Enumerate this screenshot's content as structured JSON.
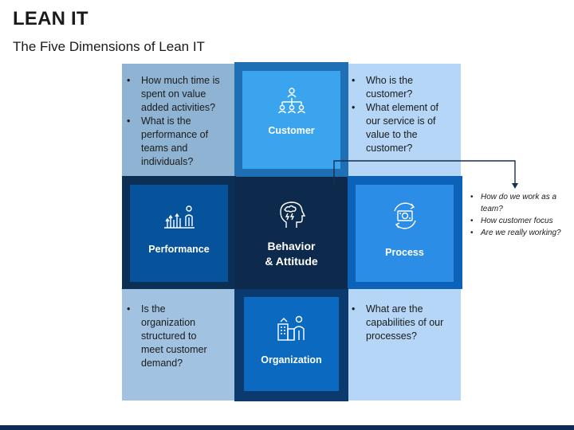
{
  "header": {
    "title": "LEAN IT",
    "subtitle": "The Five Dimensions of Lean IT"
  },
  "colors": {
    "panel_top_left": "#8fb4d3",
    "panel_light": "#b5d6f6",
    "panel_bottom_left": "#a1c3e1",
    "customer_outer": "#1f6fb5",
    "customer_tile": "#3aa4ee",
    "performance_outer": "#0c2f55",
    "performance_tile": "#06539b",
    "center_tile": "#0d2a4c",
    "process_outer": "#0c62b8",
    "process_tile": "#2b8de6",
    "organization_outer": "#0a3a6e",
    "organization_tile": "#0b69bf",
    "bottom_bar": "#0d2a55"
  },
  "quadrants": {
    "top_left": {
      "bullets": [
        "How much time is spent on value added activities?",
        "What is the performance of teams and individuals?"
      ]
    },
    "top_right": {
      "bullets": [
        "Who is the customer?",
        "What element of our service is of value to the customer?"
      ]
    },
    "bottom_left": {
      "bullets": [
        "Is the organization structured to meet customer demand?"
      ]
    },
    "bottom_right": {
      "bullets": [
        "What are the capabilities of our processes?"
      ]
    }
  },
  "dimensions": {
    "customer": {
      "label": "Customer",
      "icon": "org-chart-icon"
    },
    "performance": {
      "label": "Performance",
      "icon": "growth-chart-icon"
    },
    "center": {
      "label_line1": "Behavior",
      "label_line2": "& Attitude",
      "icon": "head-thinking-icon"
    },
    "process": {
      "label": "Process",
      "icon": "process-cycle-icon"
    },
    "organization": {
      "label": "Organization",
      "icon": "building-person-icon"
    }
  },
  "side_note": {
    "bullets": [
      "How do we work as a team?",
      "How customer focus",
      "Are we really working?"
    ]
  }
}
